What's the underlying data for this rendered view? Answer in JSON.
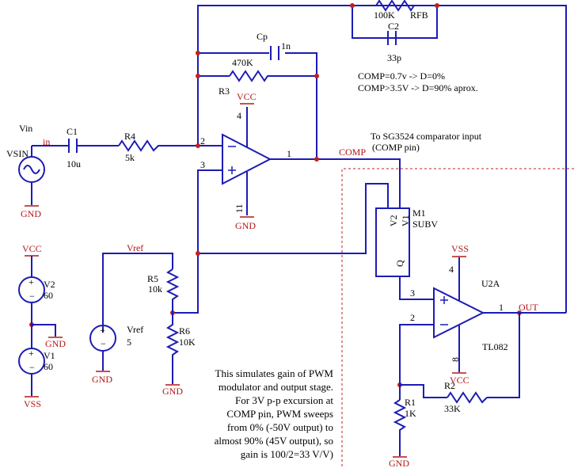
{
  "opamp1": {
    "pin_inv": "2",
    "pin_noninv": "3",
    "pin_out": "1",
    "pin_vcc": "4",
    "pin_vee": "11"
  },
  "opamp2": {
    "name": "U2A",
    "model": "TL082",
    "pin_noninv": "3",
    "pin_inv": "2",
    "pin_out": "1",
    "pin_vss": "4",
    "pin_vcc": "8"
  },
  "components": {
    "cp": "Cp",
    "cp_val": "1n",
    "r_470k": "470K",
    "r3": "R3",
    "r_100k": "100K",
    "rfb": "RFB",
    "c2": "C2",
    "c2_val": "33p",
    "c1": "C1",
    "c1_val": "10u",
    "r4": "R4",
    "r4_val": "5k",
    "r5": "R5",
    "r5_val": "10k",
    "r6": "R6",
    "r6_val": "10K",
    "vsin": "VSIN",
    "v2": "V2",
    "v2_val": "60",
    "v1": "V1",
    "v1_val": "60",
    "vref": "Vref",
    "vref_val": "5",
    "m1": "M1",
    "m1_model": "SUBV",
    "m1_v2": "V2",
    "m1_v1": "V1",
    "m1_q": "Q",
    "r1": "R1",
    "r1_val": "1K",
    "r2": "R2",
    "r2_val": "33K"
  },
  "nets": {
    "vcc": "VCC",
    "gnd": "GND",
    "vss": "VSS",
    "vin": "Vin",
    "in": "in",
    "comp": "COMP",
    "vref": "Vref",
    "out": "OUT"
  },
  "notes": {
    "comp_line1": "COMP=0.7v -> D=0%",
    "comp_line2": "COMP>3.5V -> D=90% aprox.",
    "sg_line1": "To SG3524 comparator input",
    "sg_line2": "(COMP pin)",
    "sim_lines": [
      "This simulates gain of PWM",
      "modulator and output stage.",
      "For 3V p-p excursion at",
      "COMP pin, PWM sweeps",
      "from 0% (-50V output) to",
      "almost 90% (45V output), so",
      "gain is 100/2=33 V/V)"
    ]
  },
  "colors": {
    "wire": "#1c1cb4",
    "net_label": "#b01818",
    "boundary": "#c02020"
  }
}
